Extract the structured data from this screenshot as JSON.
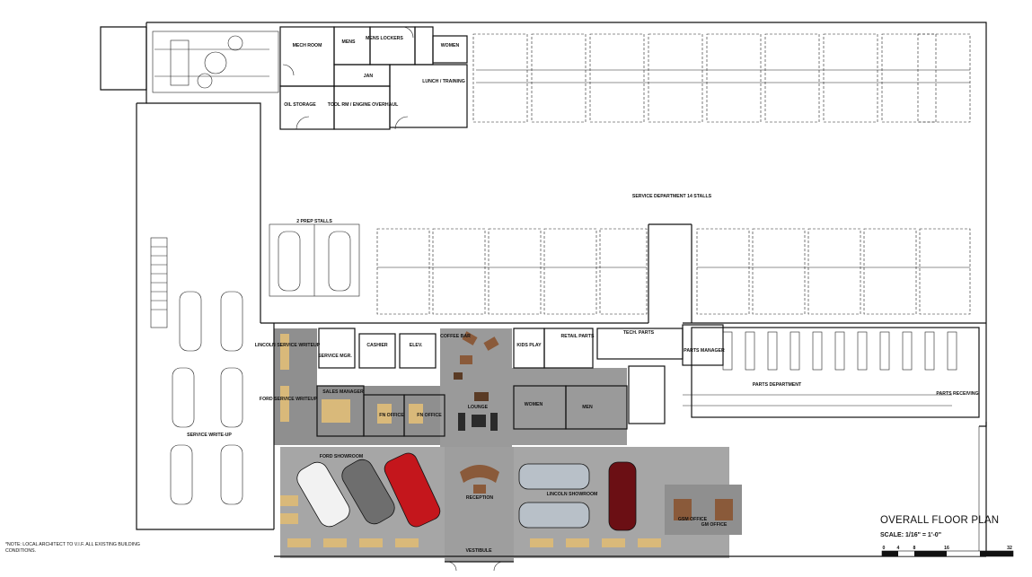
{
  "rooms": {
    "mech_room": "MECH ROOM",
    "mens": "MENS",
    "mens_lockers": "MENS LOCKERS",
    "women_top": "WOMEN",
    "jan": "JAN",
    "lunch_training": "LUNCH / TRAINING",
    "oil_storage": "OIL STORAGE",
    "tool_rm": "TOOL RM / ENGINE OVERHAUL",
    "service_dept": "SERVICE DEPARTMENT 14 STALLS",
    "prep_stalls": "2 PREP STALLS",
    "lincoln_service_writeup": "LINCOLN SERVICE WRITEUP",
    "service_mgr": "SERVICE MGR.",
    "cashier": "CASHIER",
    "elev": "ELEV.",
    "coffee_bar": "COFFEE BAR",
    "kids_play": "KIDS PLAY",
    "retail_parts": "RETAIL PARTS",
    "tech_parts": "TECH. PARTS",
    "parts_manager": "PARTS MANAGER",
    "parts_department": "PARTS DEPARTMENT",
    "parts_receiving": "PARTS RECEIVING",
    "ford_service_writeup": "FORD SERVICE WRITEUP",
    "sales_manager": "SALES MANAGER",
    "fn_office_1": "FN OFFICE",
    "fn_office_2": "FN OFFICE",
    "lounge": "LOUNGE",
    "women": "WOMEN",
    "men": "MEN",
    "service_writeup": "SERVICE WRITE-UP",
    "ford_showroom": "FORD SHOWROOM",
    "reception": "RECEPTION",
    "lincoln_showroom": "LINCOLN SHOWROOM",
    "gsm_office": "GSM OFFICE",
    "gm_office": "GM OFFICE",
    "vestibule": "VESTIBULE"
  },
  "note": "*NOTE: LOCAL ARCHITECT TO V.I.F. ALL EXISTING BUILDING CONDITIONS.",
  "title_block": {
    "title": "OVERALL FLOOR PLAN",
    "scale": "SCALE: 1/16\" = 1'-0\"",
    "ticks": [
      "0",
      "4",
      "8",
      "16",
      "32"
    ]
  },
  "colors": {
    "showroom_floor": "#a6a6a6",
    "office_floor": "#8f8f8f",
    "lounge_floor": "#9a9a9a",
    "ford_car_white": "#f2f2f2",
    "ford_car_dark": "#6e6e6e",
    "ford_car_red": "#c4161c",
    "lincoln_car_silver": "#b8c0c8",
    "lincoln_car_maroon": "#6b0f14",
    "furniture_wood": "#8a5a3a",
    "furniture_tan": "#d9b97a"
  }
}
